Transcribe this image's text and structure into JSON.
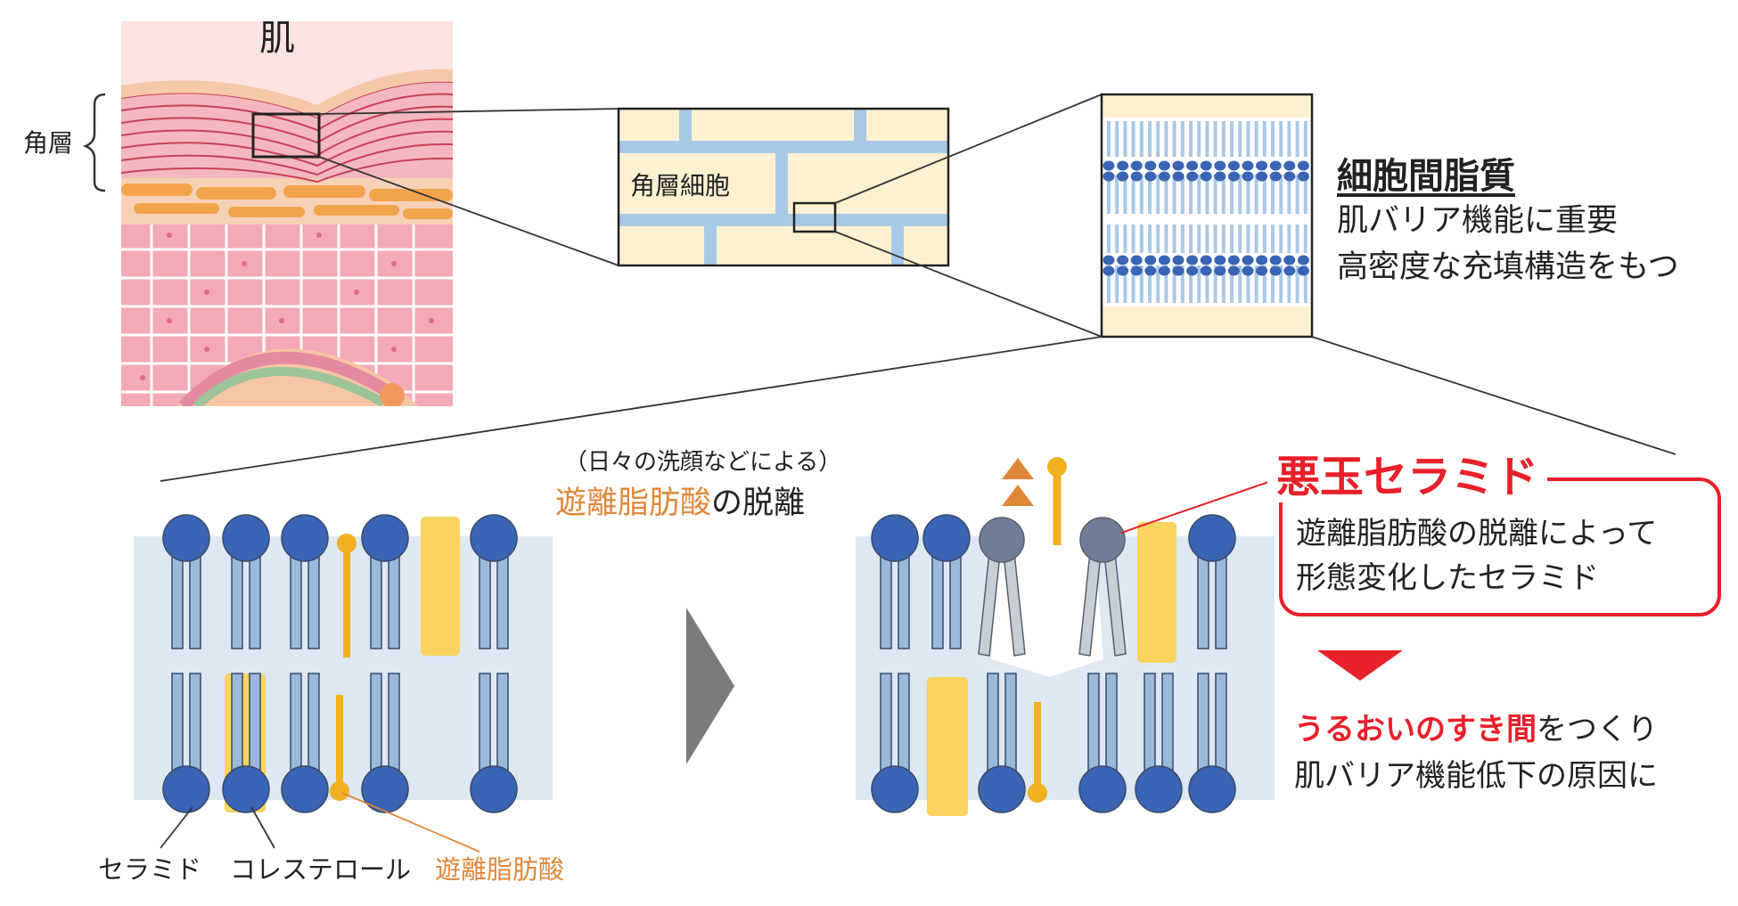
{
  "labels": {
    "skin": "肌",
    "horny_layer": "角層",
    "horny_cell": "角層細胞",
    "intercellular_lipid_title": "細胞間脂質",
    "intercellular_lipid_line1": "肌バリア機能に重要",
    "intercellular_lipid_line2": "高密度な充填構造をもつ",
    "daily_wash": "（日々の洗顔などによる）",
    "release_highlight": "遊離脂肪酸",
    "release_suffix": "の脱離",
    "bad_ceramide": "悪玉セラミド",
    "bad_ceramide_line1": "遊離脂肪酸の脱離によって",
    "bad_ceramide_line2": "形態変化したセラミド",
    "gap_highlight": "うるおいのすき間",
    "gap_suffix": "をつくり",
    "barrier_decline": "肌バリア機能低下の原因に",
    "legend_ceramide": "セラミド",
    "legend_cholesterol": "コレステロール",
    "legend_ffa": "遊離脂肪酸"
  },
  "colors": {
    "head_blue": "#3a64b4",
    "head_gray": "#6e7e96",
    "tail_blue": "#9cb8da",
    "tail_gray": "#c7ced6",
    "cholesterol": "#fad35e",
    "fatty_acid": "#f0b020",
    "membrane": "#dde8f4",
    "cell_cream": "#fdf1d1",
    "lipid_blue": "#a7c9e6",
    "accent_red": "#e8202a",
    "accent_orange": "#e0883a"
  }
}
